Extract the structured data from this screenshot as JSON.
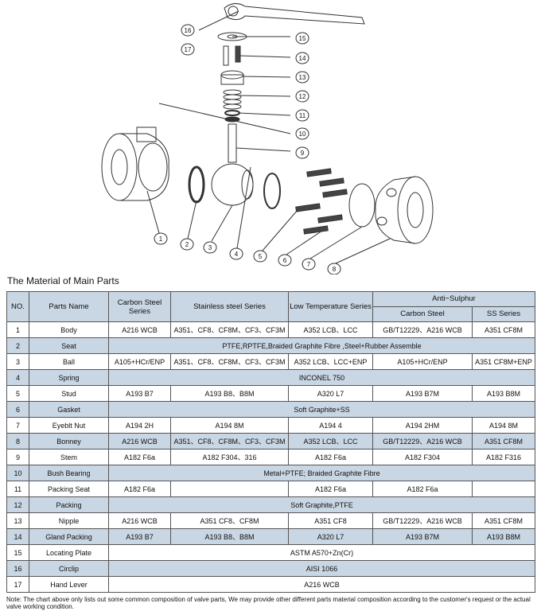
{
  "drawing": {
    "callouts": [
      "1",
      "2",
      "3",
      "4",
      "5",
      "6",
      "7",
      "8",
      "9",
      "10",
      "11",
      "12",
      "13",
      "14",
      "15",
      "16",
      "17"
    ]
  },
  "title": "The Material of Main Parts",
  "table": {
    "header": {
      "no": "NO.",
      "parts_name": "Parts Name",
      "carbon_steel": "Carbon Steel Series",
      "stainless_steel": "Stainless steel Series",
      "low_temperature": "Low Temperature Series",
      "anti_sulphur": "Anti−Sulphur",
      "anti_carbon": "Carbon Steel",
      "anti_ss": "SS Series"
    },
    "rows": [
      {
        "no": "1",
        "name": "Body",
        "shade": false,
        "cells": [
          "A216 WCB",
          "A351、CF8、CF8M、CF3、CF3M",
          "A352 LCB、LCC",
          "GB/T12229、A216 WCB",
          "A351 CF8M"
        ]
      },
      {
        "no": "2",
        "name": "Seat",
        "shade": true,
        "span": "PTFE,RPTFE,Braided Graphite Fibre ,Steel+Rubber Assemble"
      },
      {
        "no": "3",
        "name": "Ball",
        "shade": false,
        "cells": [
          "A105+HCr/ENP",
          "A351、CF8、CF8M、CF3、CF3M",
          "A352 LCB、LCC+ENP",
          "A105+HCr/ENP",
          "A351 CF8M+ENP"
        ]
      },
      {
        "no": "4",
        "name": "Spring",
        "shade": true,
        "span": "INCONEL 750"
      },
      {
        "no": "5",
        "name": "Stud",
        "shade": false,
        "cells": [
          "A193 B7",
          "A193 B8、B8M",
          "A320 L7",
          "A193 B7M",
          "A193 B8M"
        ]
      },
      {
        "no": "6",
        "name": "Gasket",
        "shade": true,
        "span": "Soft Graphite+SS"
      },
      {
        "no": "7",
        "name": "Eyeblt Nut",
        "shade": false,
        "cells": [
          "A194 2H",
          "A194 8M",
          "A194 4",
          "A194 2HM",
          "A194 8M"
        ]
      },
      {
        "no": "8",
        "name": "Bonney",
        "shade": true,
        "cells": [
          "A216 WCB",
          "A351、CF8、CF8M、CF3、CF3M",
          "A352 LCB、LCC",
          "GB/T12229、A216 WCB",
          "A351 CF8M"
        ]
      },
      {
        "no": "9",
        "name": "Stem",
        "shade": false,
        "cells": [
          "A182 F6a",
          "A182 F304、316",
          "A182 F6a",
          "A182 F304",
          "A182 F316"
        ]
      },
      {
        "no": "10",
        "name": "Bush Bearing",
        "shade": true,
        "span": "Metal+PTFE; Braided Graphite Fibre"
      },
      {
        "no": "11",
        "name": "Packing Seat",
        "shade": false,
        "cells": [
          "A182 F6a",
          "",
          "A182 F6a",
          "A182 F6a",
          ""
        ]
      },
      {
        "no": "12",
        "name": "Packing",
        "shade": true,
        "span": "Soft Graphite,PTFE"
      },
      {
        "no": "13",
        "name": "Nipple",
        "shade": false,
        "cells": [
          "A216 WCB",
          "A351 CF8、CF8M",
          "A351 CF8",
          "GB/T12229、A216 WCB",
          "A351 CF8M"
        ]
      },
      {
        "no": "14",
        "name": "Gland Packing",
        "shade": true,
        "cells": [
          "A193 B7",
          "A193 B8、B8M",
          "A320 L7",
          "A193 B7M",
          "A193 B8M"
        ]
      },
      {
        "no": "15",
        "name": "Locating Plate",
        "shade": false,
        "span": "ASTM A570+Zn(Cr)"
      },
      {
        "no": "16",
        "name": "Circlip",
        "shade": true,
        "span": "AISI 1066"
      },
      {
        "no": "17",
        "name": "Hand Lever",
        "shade": false,
        "span": "A216 WCB"
      }
    ]
  },
  "note": "Note: The chart above only lists out some common composition of valve parts, We may provide other different parts material composition according to the customer's request or the actual valve working condition."
}
